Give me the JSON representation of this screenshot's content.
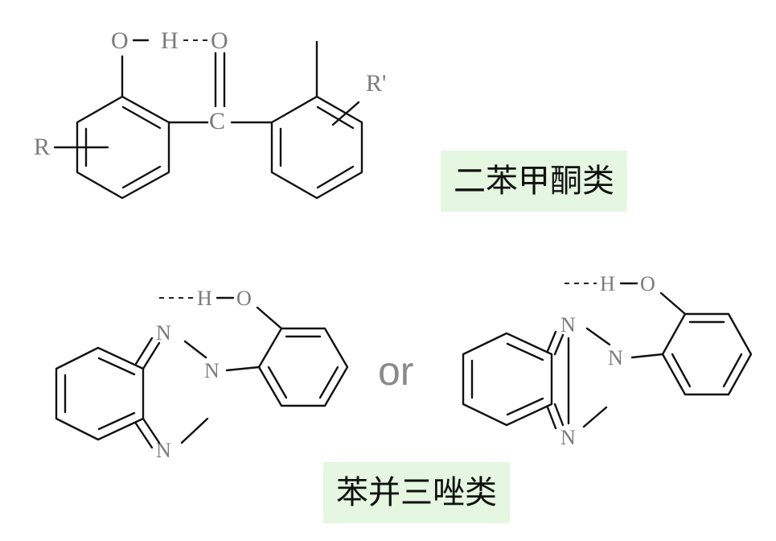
{
  "labels": {
    "benzophenone_class": "二苯甲酮类",
    "benzotriazole_class": "苯并三唑类",
    "or": "or"
  },
  "atoms": {
    "O": "O",
    "H": "H",
    "C": "C",
    "N": "N",
    "R": "R",
    "R_prime": "R'"
  },
  "colors": {
    "label_background": "#e5f6e1",
    "atom_text": "#7a7a7a",
    "bond": "#111111"
  }
}
